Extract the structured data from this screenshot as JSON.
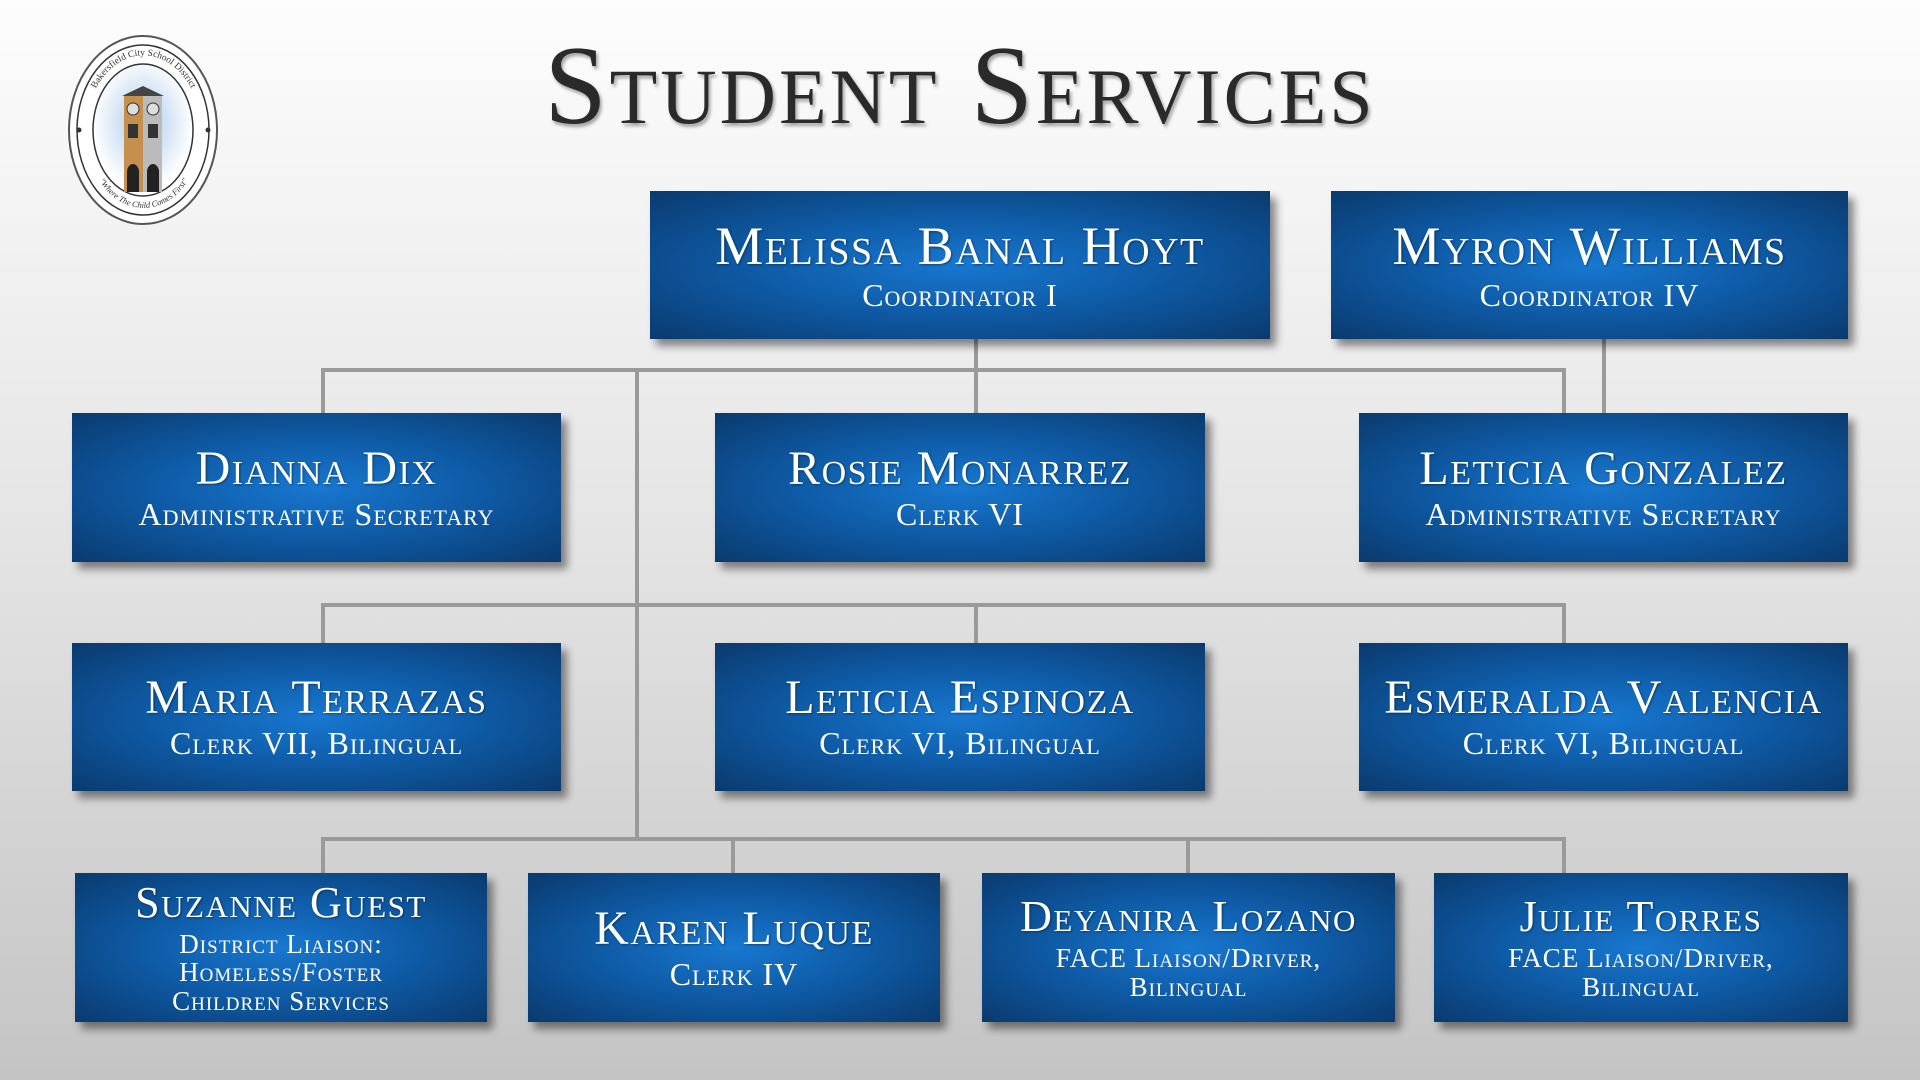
{
  "title": "Student Services",
  "logo": {
    "text_top": "Bakersfield City School District",
    "text_bottom": "\"Where The Child Comes First\""
  },
  "colors": {
    "box": "#0f5ca8",
    "connector": "#9a9a9a"
  },
  "staff": [
    {
      "name": "Melissa Banal Hoyt",
      "role": [
        "Coordinator I"
      ]
    },
    {
      "name": "Myron Williams",
      "role": [
        "Coordinator IV"
      ]
    },
    {
      "name": "Dianna Dix",
      "role": [
        "Administrative Secretary"
      ]
    },
    {
      "name": "Rosie Monarrez",
      "role": [
        "Clerk VI"
      ]
    },
    {
      "name": "Leticia Gonzalez",
      "role": [
        "Administrative Secretary"
      ]
    },
    {
      "name": "Maria Terrazas",
      "role": [
        "Clerk VII, Bilingual"
      ]
    },
    {
      "name": "Leticia Espinoza",
      "role": [
        "Clerk VI, Bilingual"
      ]
    },
    {
      "name": "Esmeralda Valencia",
      "role": [
        "Clerk VI, Bilingual"
      ]
    },
    {
      "name": "Suzanne Guest",
      "role": [
        "District Liaison:",
        "Homeless/Foster",
        "Children Services"
      ]
    },
    {
      "name": "Karen Luque",
      "role": [
        "Clerk IV"
      ]
    },
    {
      "name": "Deyanira Lozano",
      "role": [
        "FACE Liaison/Driver,",
        "Bilingual"
      ]
    },
    {
      "name": "Julie Torres",
      "role": [
        "FACE Liaison/Driver,",
        "Bilingual"
      ]
    }
  ]
}
